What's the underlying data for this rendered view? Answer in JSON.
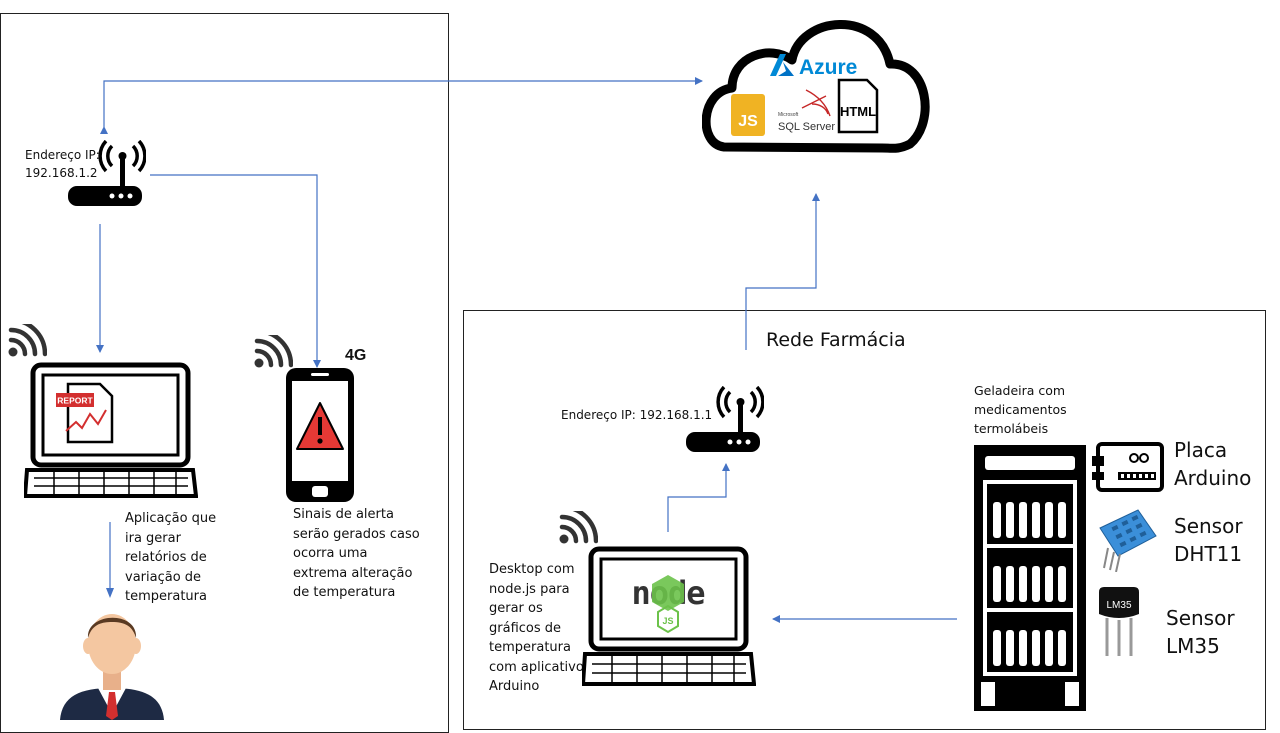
{
  "cloud": {
    "brand": "Azure",
    "js_badge": "JS",
    "sql_small": "Microsoft",
    "sql_label": "SQL Server",
    "html_label": "HTML"
  },
  "left_panel": {
    "router_ip_line1": "Endereço IP:",
    "router_ip_line2": "192.168.1.2",
    "report_badge": "REPORT",
    "app_text": [
      "Aplicação que",
      "ira gerar",
      "relatórios de",
      "variação de",
      "temperatura"
    ],
    "network_4g": "4G",
    "alert_text": [
      "Sinais de alerta",
      "serão gerados caso",
      "ocorra uma",
      "extrema alteração",
      "de temperatura"
    ]
  },
  "pharmacy": {
    "title": "Rede Farmácia",
    "router_ip": "Endereço IP: 192.168.1.1",
    "desktop_text": [
      "Desktop com",
      "node.js para",
      "gerar os",
      "gráficos de",
      "temperatura",
      "com aplicativo",
      "Arduino"
    ],
    "fridge_text": [
      "Geladeira com",
      "medicamentos",
      "termolábeis"
    ],
    "arduino_label": [
      "Placa",
      "Arduino"
    ],
    "dht11_label": [
      "Sensor",
      "DHT11"
    ],
    "lm35_label": [
      "Sensor",
      "LM35"
    ],
    "lm35_chip": "LM35",
    "node_logo": "node",
    "node_js": "JS"
  },
  "colors": {
    "arrow": "#4472C4",
    "azure": "#0089D6",
    "js": "#F0B323",
    "report": "#D32F2F",
    "alert": "#E53935",
    "node_green": "#6CC24A",
    "dht_blue": "#3B8FD9",
    "skin": "#F4C7A1"
  }
}
